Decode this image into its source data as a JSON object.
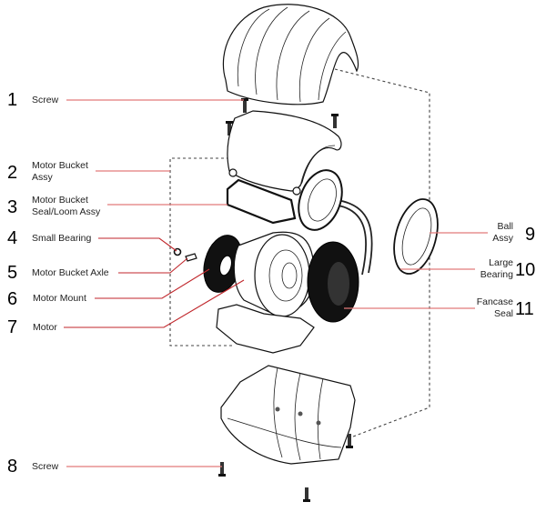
{
  "diagram": {
    "title": "Exploded parts diagram – ball motor assembly",
    "parts": [
      {
        "number": "1",
        "label": "Screw"
      },
      {
        "number": "2",
        "label": "Motor Bucket Assy"
      },
      {
        "number": "3",
        "label": "Motor Bucket Seal/Loom Assy"
      },
      {
        "number": "4",
        "label": "Small Bearing"
      },
      {
        "number": "5",
        "label": "Motor Bucket Axle"
      },
      {
        "number": "6",
        "label": "Motor Mount"
      },
      {
        "number": "7",
        "label": "Motor"
      },
      {
        "number": "8",
        "label": "Screw"
      },
      {
        "number": "9",
        "label": "Ball Assy"
      },
      {
        "number": "10",
        "label": "Large Bearing"
      },
      {
        "number": "11",
        "label": "Fancase Seal"
      }
    ],
    "labels": {
      "p1": "Screw",
      "p2a": "Motor Bucket",
      "p2b": "Assy",
      "p3a": "Motor Bucket",
      "p3b": "Seal/Loom Assy",
      "p4": "Small Bearing",
      "p5": "Motor Bucket Axle",
      "p6": "Motor Mount",
      "p7": "Motor",
      "p8": "Screw",
      "p9a": "Ball",
      "p9b": "Assy",
      "p10a": "Large",
      "p10b": "Bearing",
      "p11a": "Fancase",
      "p11b": "Seal"
    },
    "numbers": {
      "n1": "1",
      "n2": "2",
      "n3": "3",
      "n4": "4",
      "n5": "5",
      "n6": "6",
      "n7": "7",
      "n8": "8",
      "n9": "9",
      "n10": "10",
      "n11": "11"
    },
    "colors": {
      "leader_line": "#e27a7a",
      "leader_line_dark": "#c0262b",
      "outline": "#111111"
    }
  }
}
